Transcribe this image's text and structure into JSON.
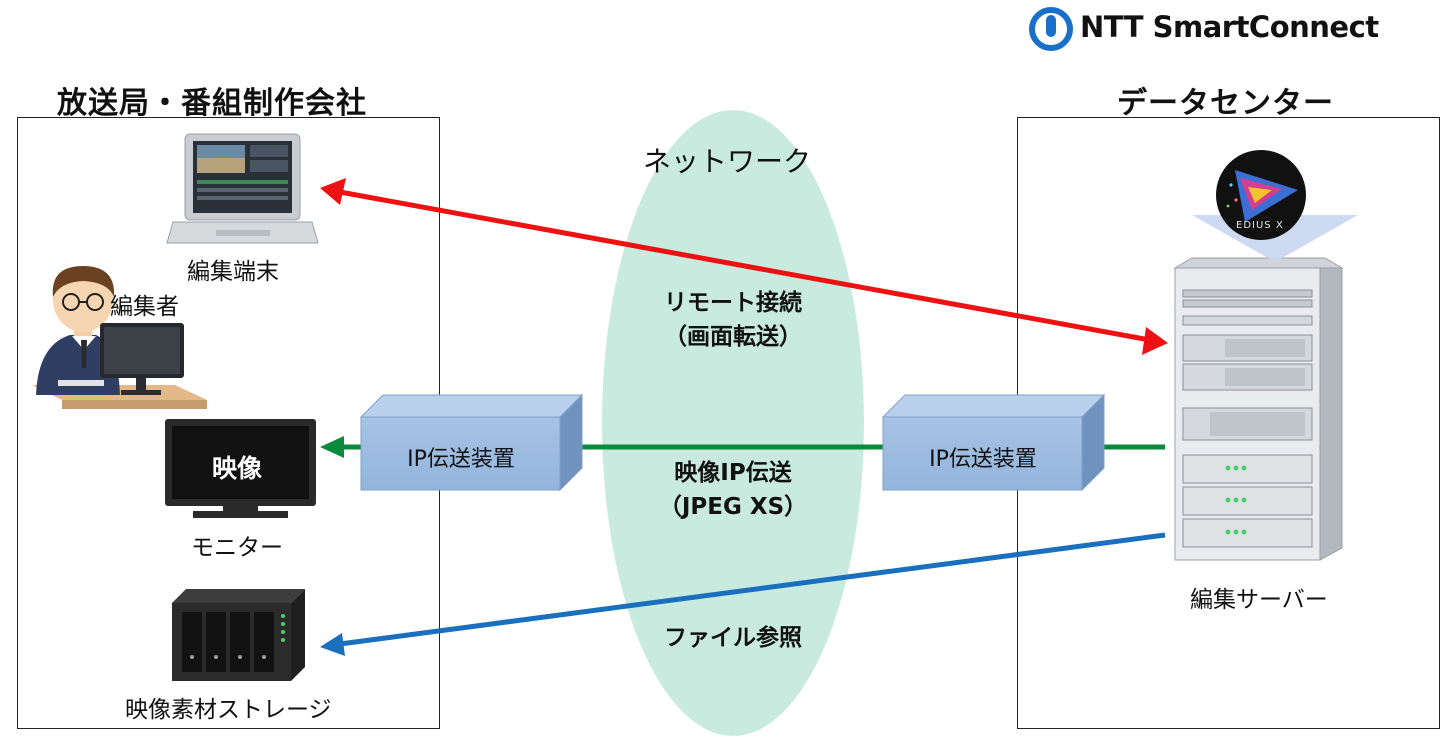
{
  "brand": {
    "logo_text": "NTT SmartConnect"
  },
  "left_panel": {
    "title": "放送局・番組制作会社"
  },
  "right_panel": {
    "title": "データセンター"
  },
  "network": {
    "title": "ネットワーク"
  },
  "devices": {
    "edit_terminal": "編集端末",
    "editor": "編集者",
    "monitor_screen_text": "映像",
    "monitor": "モニター",
    "storage": "映像素材ストレージ",
    "server": "編集サーバー",
    "edius_badge": "EDIUS X"
  },
  "transmission": {
    "left_box": "IP伝送装置",
    "right_box": "IP伝送装置"
  },
  "connections": {
    "remote_line1": "リモート接続",
    "remote_line2": "（画面転送）",
    "video_line1": "映像IP伝送",
    "video_line2": "（JPEG XS）",
    "file": "ファイル参照"
  },
  "colors": {
    "remote_arrow": "#ee1111",
    "video_arrow": "#0a8a3a",
    "file_arrow": "#1a6fbf",
    "network_ellipse": "#c9ebdf",
    "device_box": "#99badf"
  }
}
